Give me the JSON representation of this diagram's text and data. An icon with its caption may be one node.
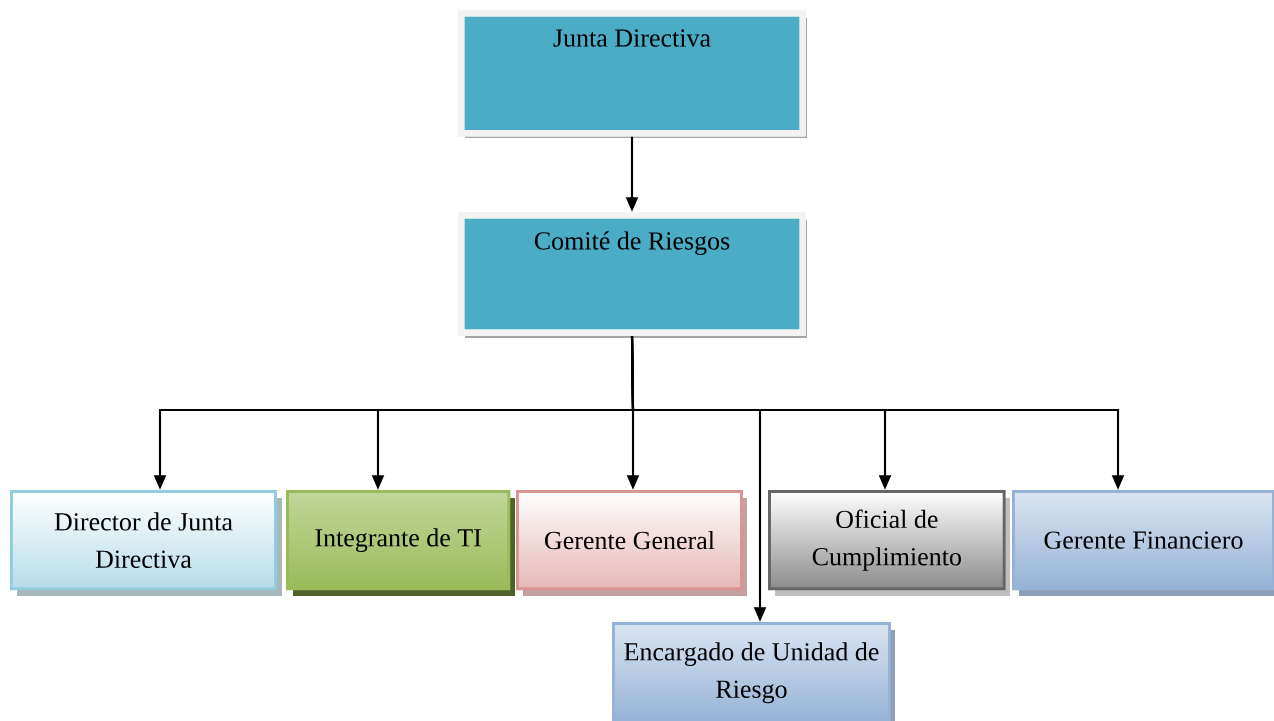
{
  "diagram": {
    "nodes": [
      {
        "text": [
          "Junta Directiva"
        ]
      },
      {
        "text": [
          "Comité de Riesgos"
        ]
      },
      {
        "text": [
          "Director de Junta Directiva"
        ]
      },
      {
        "text": [
          "Integrante de TI"
        ]
      },
      {
        "text": [
          "Gerente General"
        ]
      },
      {
        "text": [
          "Oficial de Cumplimiento"
        ]
      },
      {
        "text": [
          "Gerente Financiero"
        ]
      },
      {
        "text": [
          "Encargado de Unidad de Riesgo"
        ]
      }
    ],
    "edges": [
      {
        "from": 0,
        "to": 1,
        "arrow": "to"
      },
      {
        "from": 1,
        "to": 2,
        "arrow": "to"
      },
      {
        "from": 1,
        "to": 3,
        "arrow": "to"
      },
      {
        "from": 1,
        "to": 4,
        "arrow": "to"
      },
      {
        "from": 1,
        "to": 7,
        "arrow": "to"
      },
      {
        "from": 1,
        "to": 5,
        "arrow": "to"
      },
      {
        "from": 1,
        "to": 6,
        "arrow": "to"
      }
    ]
  }
}
